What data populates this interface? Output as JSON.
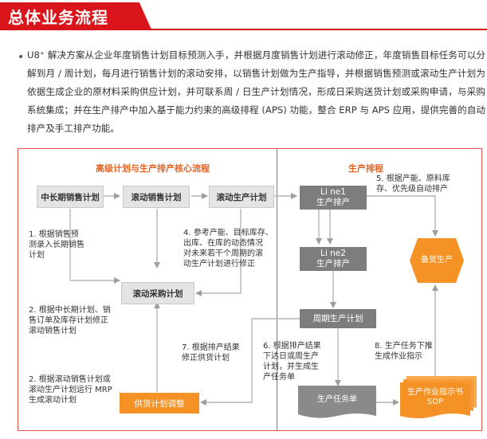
{
  "header": {
    "title": "总体业务流程"
  },
  "intro": {
    "text": "U8⁺ 解决方案从企业年度销售计划目标预测入手，并根据月度销售计划进行滚动修正，年度销售目标任务可以分解到月 / 周计划，每月进行销售计划的滚动安排，以销售计划做为生产指导，并根据销售预测或滚动生产计划为依据生成企业的原材料采购供应计划，并可联系周 / 日生产计划情况，形成日采购送货计划或采购申请，与采购系统集成；并在生产排产中加入基于能力约束的高级排程 (APS) 功能，整合 ERP 与 APS 应用，提供完善的自动排产及手工排产功能。"
  },
  "left_panel": {
    "title": "高级计划与生产排产核心流程",
    "boxes": {
      "mid_long": "中长期销售计划",
      "rolling_sales": "滚动销售计划",
      "rolling_prod": "滚动生产计划",
      "rolling_purchase": "滚动采购计划",
      "supply_adjust": "供货计划调整"
    },
    "notes": {
      "n1": "1. 根据销售预\n测录入长期销售\n计划",
      "n2": "2. 根据中长期计划、销\n售订单及库存计划修正\n滚动销售计划",
      "n3": "2. 根据滚动销售计划或\n滚动生产计划运行 MRP\n生成滚动计划",
      "n4": "4. 参考产能、目标库存、\n出库、在库的动态情况\n对未来若干个周期的滚\n动生产计划进行修正",
      "n7": "7. 根据排产结果\n修正供货计划"
    }
  },
  "right_panel": {
    "title": "生产排程",
    "line1": {
      "name": "Li ne1",
      "sub": "生产排产"
    },
    "line2": {
      "name": "Li ne2",
      "sub": "生产排产"
    },
    "weekly": "周期生产计划",
    "stock": "备货生产",
    "task_list": "生产任务单",
    "sop": {
      "line1": "生产作业指示书",
      "line2": "SOP"
    },
    "notes": {
      "n5": "5. 根据产能、原料库\n存、优先级自动排产",
      "n6": "6. 根据排产结果\n下达日或周生产\n计划，并生成生\n产任务单",
      "n8": "8. 生产任务下推\n生成作业指示"
    }
  }
}
